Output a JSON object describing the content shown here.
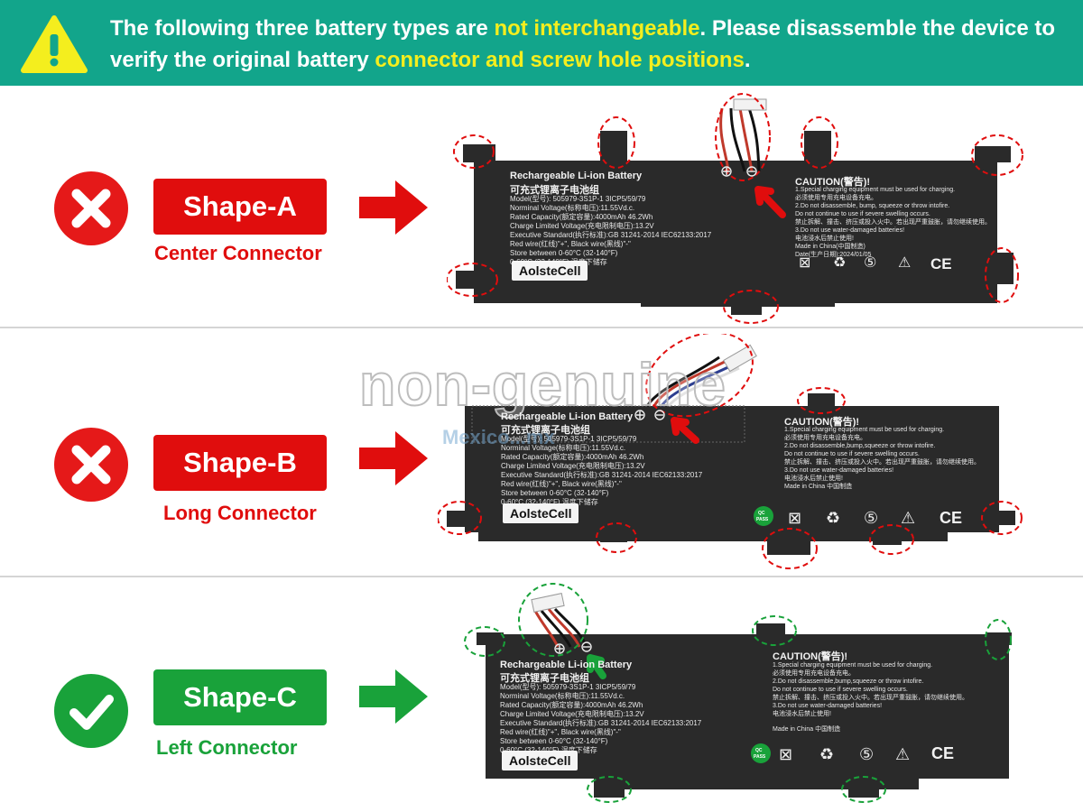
{
  "banner": {
    "text_1": "The following three battery types are ",
    "highlight_1": "not interchangeable",
    "text_2": ". Please disassemble the device to verify the original battery ",
    "highlight_2": "connector and screw hole positions",
    "text_3": ".",
    "background": "#12a58b",
    "highlight_color": "#f4ee1e",
    "icon": "warning-triangle-icon"
  },
  "shapes": [
    {
      "label": "Shape-A",
      "connector": "Center Connector",
      "status": "incompatible",
      "icon": "cross-icon",
      "color": "#e00d0d"
    },
    {
      "label": "Shape-B",
      "connector": "Long Connector",
      "status": "incompatible",
      "icon": "cross-icon",
      "color": "#e00d0d"
    },
    {
      "label": "Shape-C",
      "connector": "Left Connector",
      "status": "compatible",
      "icon": "check-icon",
      "color": "#19a23a"
    }
  ],
  "watermark": {
    "text": "non-genuine",
    "sub": "Mexico...mx"
  },
  "battery": {
    "title": "Rechargeable Li-ion Battery",
    "title_cn": "可充式锂离子电池组",
    "caution": "CAUTION(警告)!",
    "brand": "AolsteCell",
    "specs_a": [
      "Model(型号): 505979-3S1P-1    3ICP5/59/79",
      "Norminal Voltage(标称电压):11.55Vd.c.",
      "Rated Capacity(额定容量):4000mAh  46.2Wh",
      "Charge Limited Voltage(充电限制电压):13.2V",
      "Executive Standard(执行标准):GB 31241-2014   IEC62133:2017",
      "Red wire(红线)\"+\", Black wire(黑线)\"-\"",
      "Store between 0-60°C (32-140°F)",
      "0-60°C (32-140°F) 温度下储存"
    ],
    "caution_lines": [
      "1.Special charging equipment must be used for charging.",
      "必须使用专用充电设备充电。",
      "2.Do not disassemble, bump, squeeze or throw intofire.",
      "Do not continue to use if severe swelling occurs.",
      "禁止拆解、撞击、挤压或投入火中。若出现严重鼓胀，请勿继续使用。",
      "3.Do not use water-damaged batteries!",
      "电池浸水后禁止使用!",
      "Made in China(中国制造)",
      "Date(生产日期):2024/01/05"
    ],
    "caution_lines_bc": [
      "1.Special charging equipment must be used for charging.",
      "必须使用专用充电设备充电。",
      "2.Do not disassemble,bump,squeeze or throw intofire.",
      "Do not continue to use if severe swelling occurs.",
      "禁止拆解、撞击、挤压或投入火中。若出现严重鼓胀，请勿继续使用。",
      "3.Do not use water-damaged batteries!",
      "电池浸水后禁止使用!",
      "Made in China 中国制造"
    ],
    "qc": "QC PASS",
    "cert_ce": "CE",
    "plus": "⊕",
    "minus": "⊖"
  }
}
